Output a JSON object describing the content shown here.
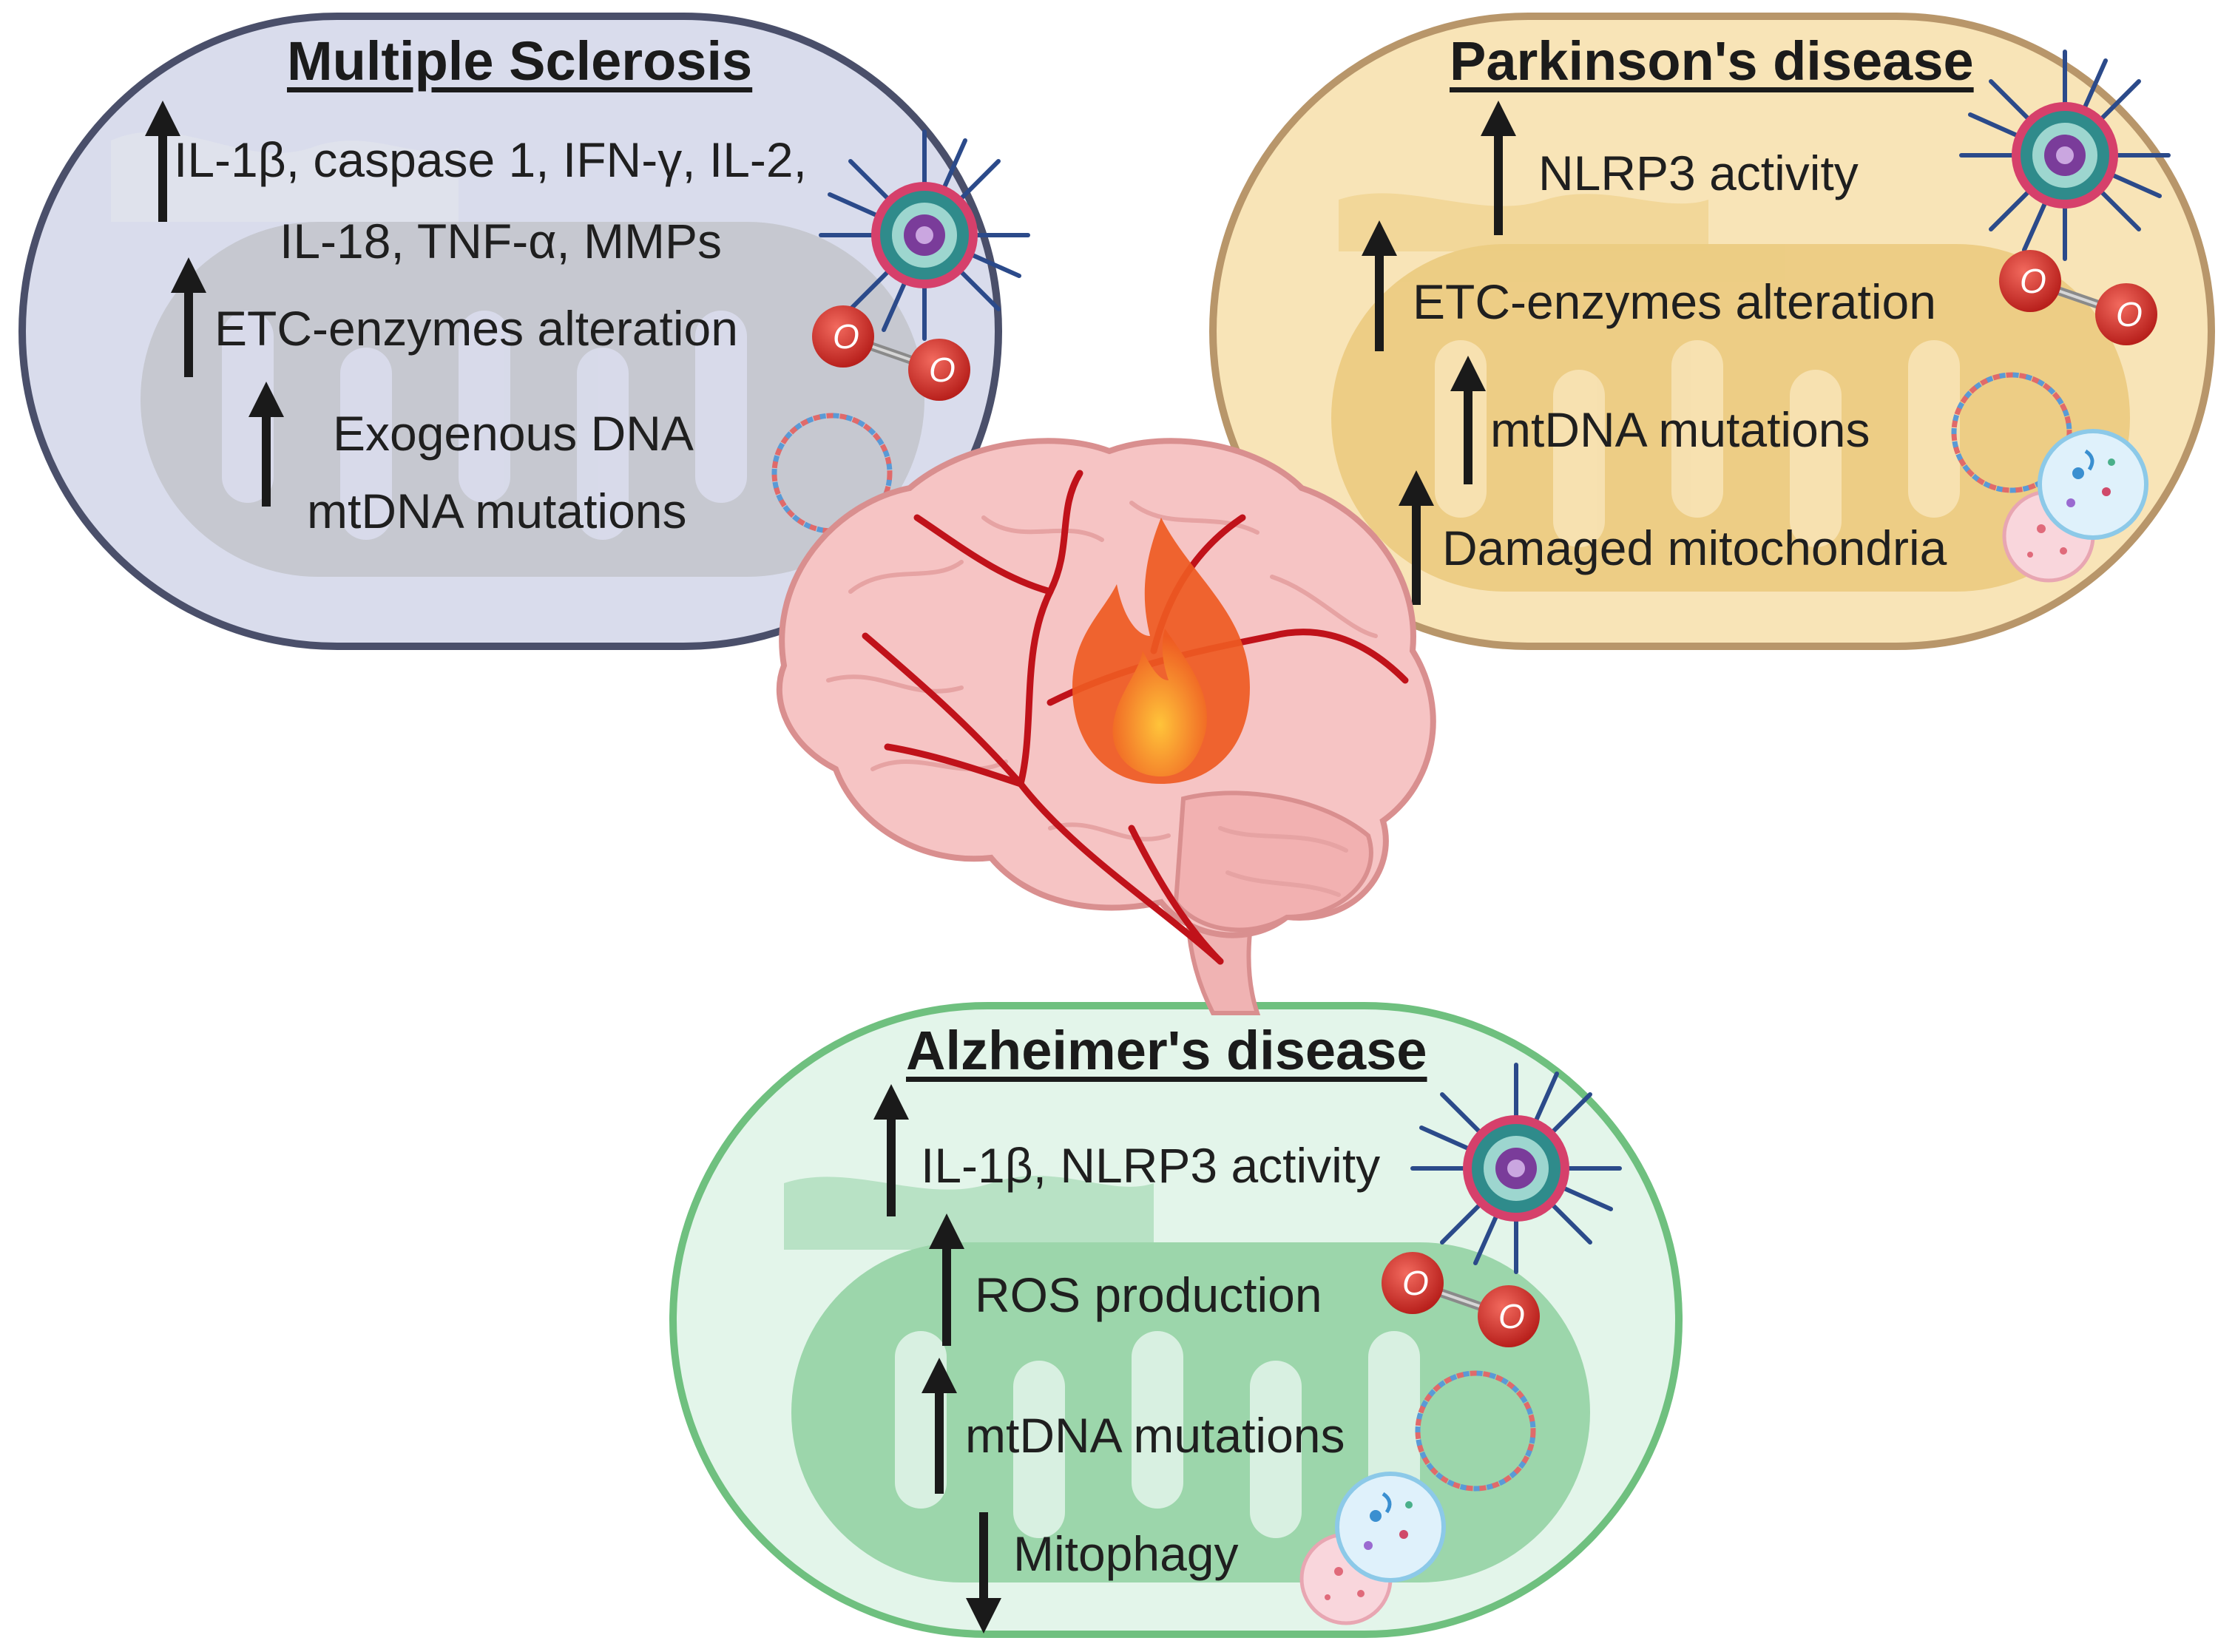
{
  "panels": {
    "ms": {
      "title": "Multiple Sclerosis",
      "items": [
        "IL-1β, caspase 1, IFN-γ, IL-2,",
        "IL-18, TNF-α, MMPs",
        "ETC-enzymes alteration",
        "Exogenous DNA",
        "mtDNA mutations"
      ],
      "colors": {
        "fill": "#d9dcec",
        "border": "#4a4f6a",
        "inner": "#bfc1c8"
      }
    },
    "pd": {
      "title": "Parkinson's disease",
      "items": [
        "NLRP3 activity",
        "ETC-enzymes alteration",
        "mtDNA mutations",
        "Damaged mitochondria"
      ],
      "colors": {
        "fill": "#f8e4b7",
        "border": "#b8966a",
        "inner": "#ebc97c"
      }
    },
    "ad": {
      "title": "Alzheimer's disease",
      "items": [
        "IL-1β, NLRP3 activity",
        "ROS production",
        "mtDNA mutations",
        "Mitophagy"
      ],
      "colors": {
        "fill": "#e3f5ea",
        "border": "#6fc07f",
        "inner": "#8fd0a0"
      }
    }
  },
  "icons": [
    "up-arrow-icon",
    "down-arrow-icon",
    "inflammasome-icon",
    "oxygen-molecule-icon",
    "mtdna-ring-icon",
    "mitophagy-vesicle-icon",
    "brain-icon",
    "flame-icon"
  ],
  "colors": {
    "arrow": "#1a1a1a",
    "oxygen": "#d3322a",
    "brain": "#f4b8b8",
    "vessel": "#c0121a",
    "flame": "#f26b2a"
  }
}
